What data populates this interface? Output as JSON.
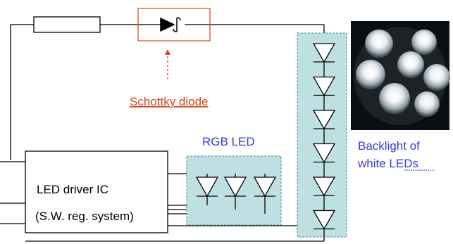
{
  "labels": {
    "schottky": "Schottky diode",
    "rgb_led": "RGB LED",
    "backlight_line1": "Backlight of",
    "backlight_line2": "white LEDs",
    "driver_line1": "LED driver IC",
    "driver_line2": "(S.W. reg. system)"
  },
  "colors": {
    "schottky_label": "#d2471e",
    "schottky_arrow": "#d2471e",
    "highlight_fill": "#bfe0e3",
    "highlight_border": "#4a8a8f",
    "accent_text": "#3a3ad8",
    "wire": "#000000"
  },
  "components": {
    "rgb_led_count": 3,
    "white_led_count": 6,
    "photo": "glowing-white-leds-photo"
  }
}
